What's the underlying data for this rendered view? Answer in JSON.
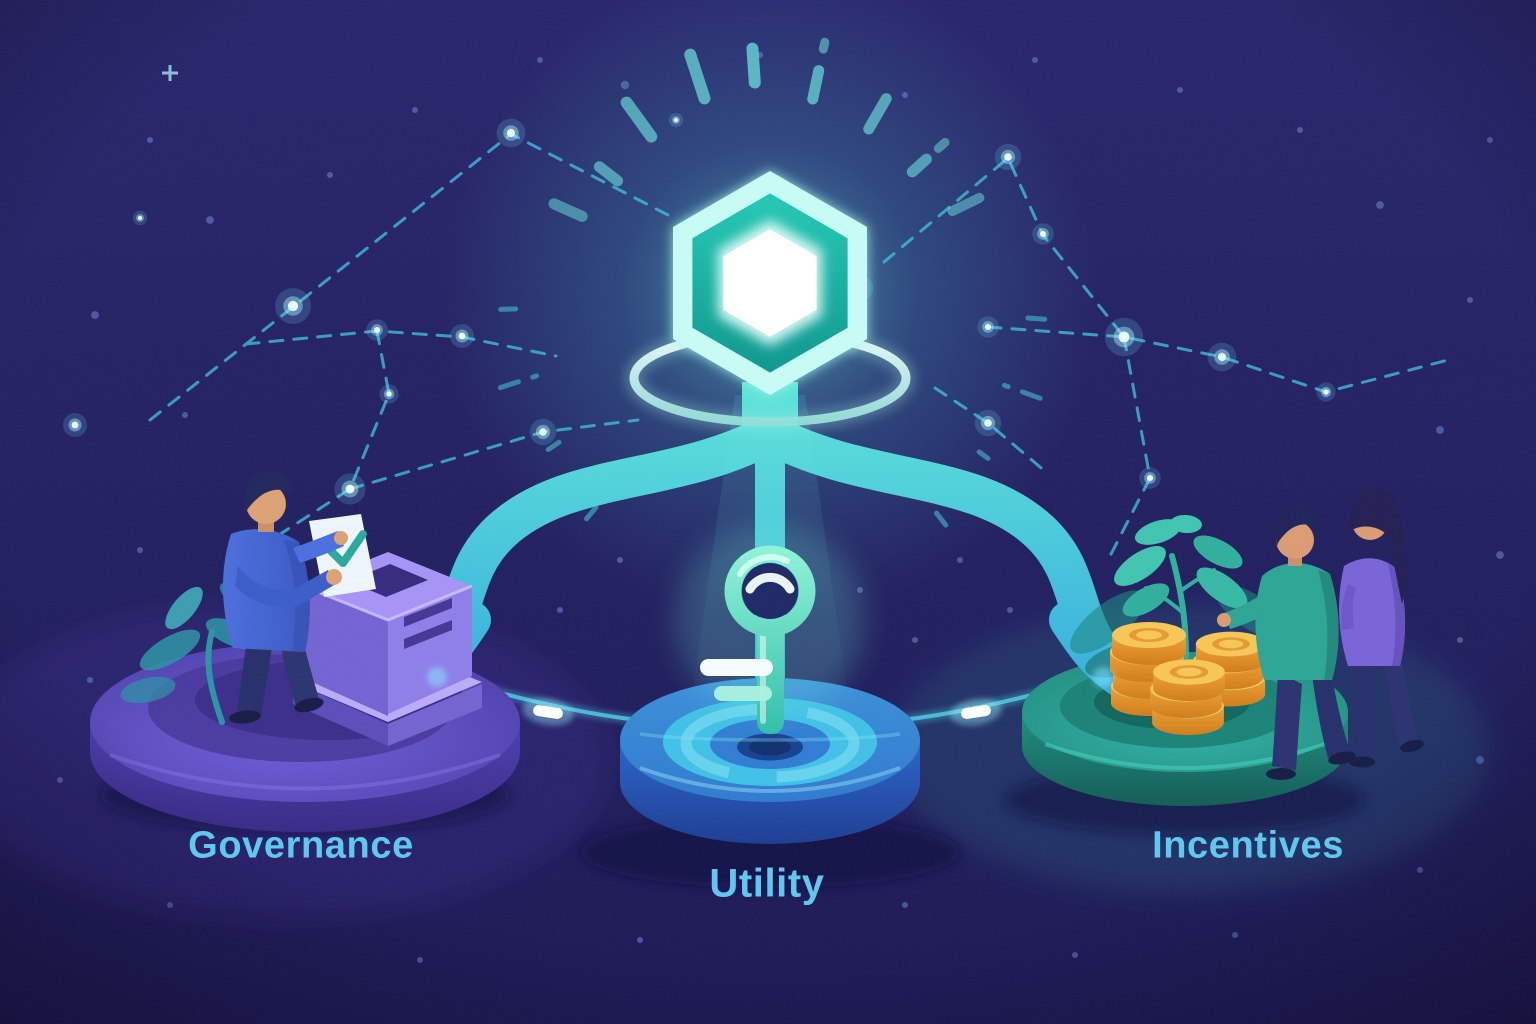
{
  "illustration": {
    "labels": {
      "governance": "Governance",
      "utility": "Utility",
      "incentives": "Incentives"
    },
    "icons": {
      "center": "hexagon-token-icon",
      "governance": "ballot-box-icon",
      "utility": "key-icon",
      "incentives": "coin-stacks-icon"
    },
    "colors": {
      "background": "#211e5f",
      "label_text": "#60c8ef",
      "token_glow": "#7df0e4",
      "token_ring": "#14b2a6",
      "branch": "#38bede",
      "utility_platform": "#2f7fd4",
      "governance_platform": "#5a4cc0",
      "incentives_platform": "#23998c",
      "coins": "#f2b344",
      "ballot_box": "#8a7ae6",
      "key": "#5fe0c0",
      "constellation": "#49c8e0"
    }
  }
}
